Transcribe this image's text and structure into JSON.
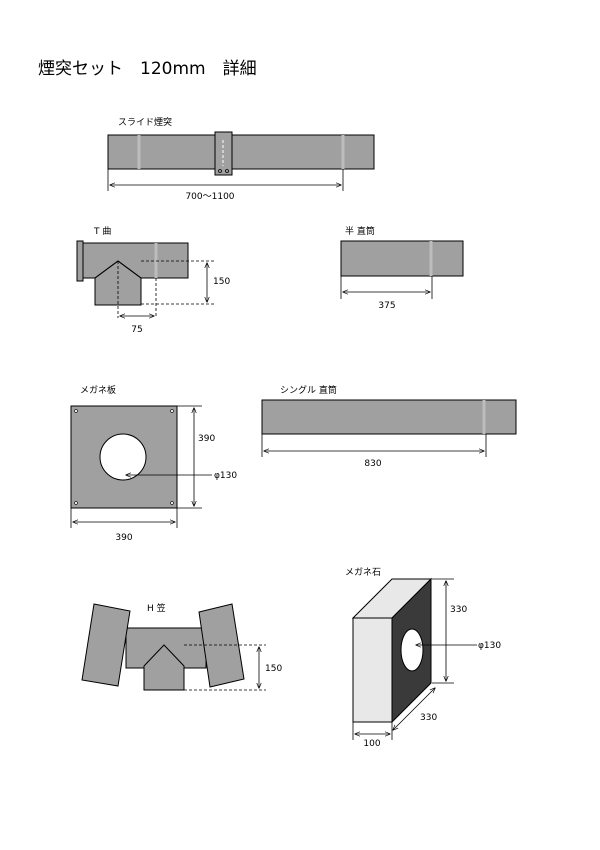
{
  "title": "煙突セット　120mm　詳細",
  "colors": {
    "pipe_fill": "#a0a0a0",
    "stroke": "#000000",
    "stone_light": "#e8e8e8",
    "stone_dark": "#3a3a3a"
  },
  "parts": {
    "slide_chimney": {
      "name": "スライド煙突",
      "dim": "700〜1100"
    },
    "t_elbow": {
      "name": "T 曲",
      "dim_height": "150",
      "dim_width": "75"
    },
    "half_straight": {
      "name": "半 直筒",
      "dim": "375"
    },
    "megane_plate": {
      "name": "メガネ板",
      "dim_height": "390",
      "dim_width": "390",
      "dim_hole": "φ130"
    },
    "single_straight": {
      "name": "シングル 直筒",
      "dim": "830"
    },
    "h_cap": {
      "name": "H 笠",
      "dim_height": "150"
    },
    "megane_stone": {
      "name": "メガネ石",
      "dim_height": "330",
      "dim_hole": "φ130",
      "dim_depth": "330",
      "dim_thickness": "100"
    }
  }
}
